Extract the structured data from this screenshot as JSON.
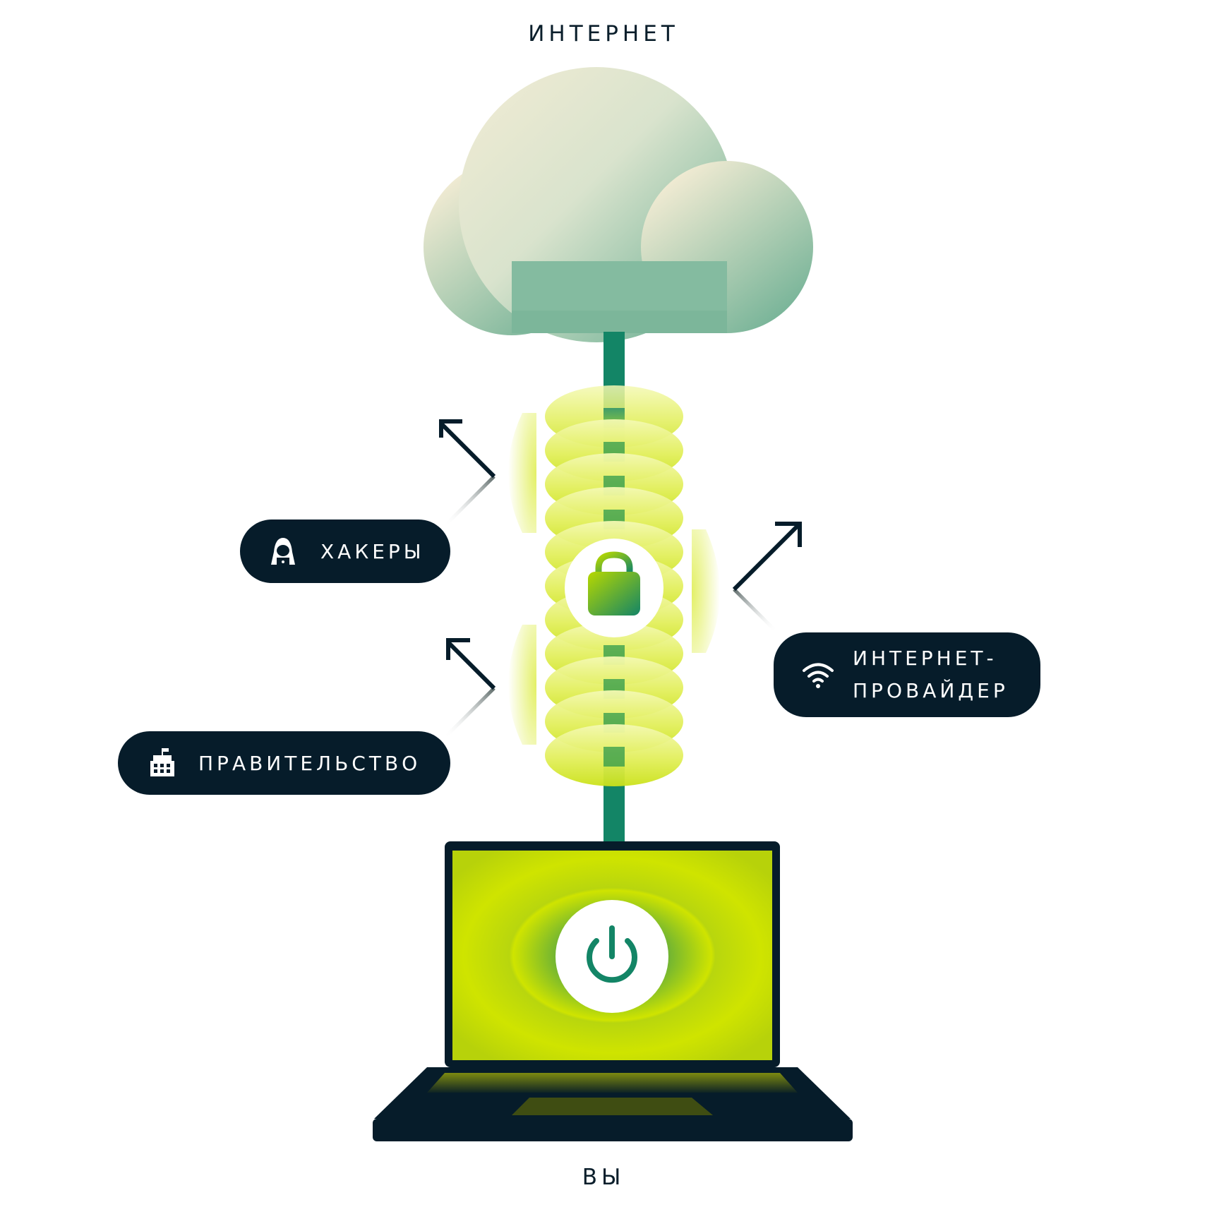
{
  "diagram": {
    "top_label": "ИНТЕРНЕТ",
    "bottom_label": "ВЫ",
    "threats": [
      {
        "label": "ХАКЕРЫ",
        "icon": "hacker-icon"
      },
      {
        "label": "ПРАВИТЕЛЬСТВО",
        "icon": "government-building-icon"
      }
    ],
    "isp": {
      "line1": "ИНТЕРНЕТ-",
      "line2": "ПРОВАЙДЕР",
      "icon": "wifi-icon"
    },
    "center_icon": "lock-icon",
    "laptop_icon": "power-icon"
  },
  "colors": {
    "dark": "#061c2a",
    "green": "#138566",
    "lime": "#d2e600",
    "cloud_light": "#efead2",
    "cloud_dark": "#6fb197"
  }
}
